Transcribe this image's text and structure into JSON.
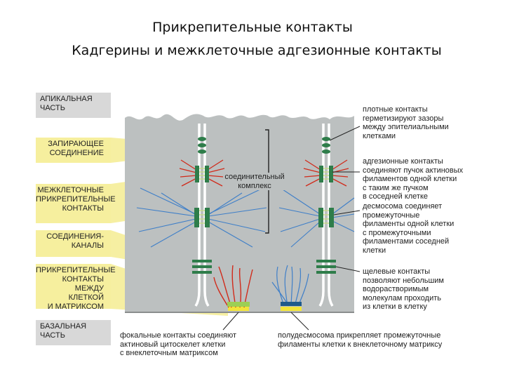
{
  "title": {
    "line1": "Прикрепительные контакты",
    "line2": "Кадгерины и межклеточные адгезионные контакты"
  },
  "left_labels": [
    {
      "id": "apical",
      "text": "АПИКАЛЬНАЯ\nЧАСТЬ"
    },
    {
      "id": "tight",
      "text": "ЗАПИРАЮЩЕЕ\nСОЕДИНЕНИЕ"
    },
    {
      "id": "intercellular",
      "text": "МЕЖКЛЕТОЧНЫЕ\nПРИКРЕПИТЕЛЬНЫЕ\nКОНТАКТЫ"
    },
    {
      "id": "channels",
      "text": "СОЕДИНЕНИЯ-\nКАНАЛЫ"
    },
    {
      "id": "matrix",
      "text": "ПРИКРЕПИТЕЛЬНЫЕ\nКОНТАКТЫ МЕЖДУ\nКЛЕТКОЙ\nИ МАТРИКСОМ"
    },
    {
      "id": "basal",
      "text": "БАЗАЛЬНАЯ\nЧАСТЬ"
    }
  ],
  "center_label": "соединительный\nкомплекс",
  "right_notes": [
    {
      "id": "tight_note",
      "text": "плотные контакты\nгерметизируют зазоры\nмежду эпителиальными\nклетками"
    },
    {
      "id": "adherens_note",
      "text": "адгезионные контакты\nсоединяют пучок актиновых\nфиламентов одной клетки\nс таким же пучком\nв соседней клетке"
    },
    {
      "id": "desmosome_note",
      "text": "десмосома соединяет\nпромежуточные\nфиламенты одной клетки\nс промежуточными\nфиламентами соседней\nклетки"
    },
    {
      "id": "gap_note",
      "text": "щелевые контакты\nпозволяют небольшим\nводорастворимым\nмолекулам проходить\nиз клетки в клетку"
    }
  ],
  "bottom_notes": {
    "focal": "фокальные контакты соединяют\nактиновый цитоскелет клетки\nс внеклеточным матриксом",
    "hemidesmosome": "полудесмосома прикрепляет промежуточные\nфиламенты клетки к внеклеточному матриксу"
  },
  "colors": {
    "cell": "#bcc0c0",
    "membrane": "#ffffff",
    "junction_green": "#2e7d4a",
    "actin_red": "#d12a1a",
    "filament_blue": "#3f7fc8",
    "highlight_yellow": "#f6ef9e",
    "matrix_yellow": "#f2e43a",
    "label_gray": "#d8d8d8"
  }
}
